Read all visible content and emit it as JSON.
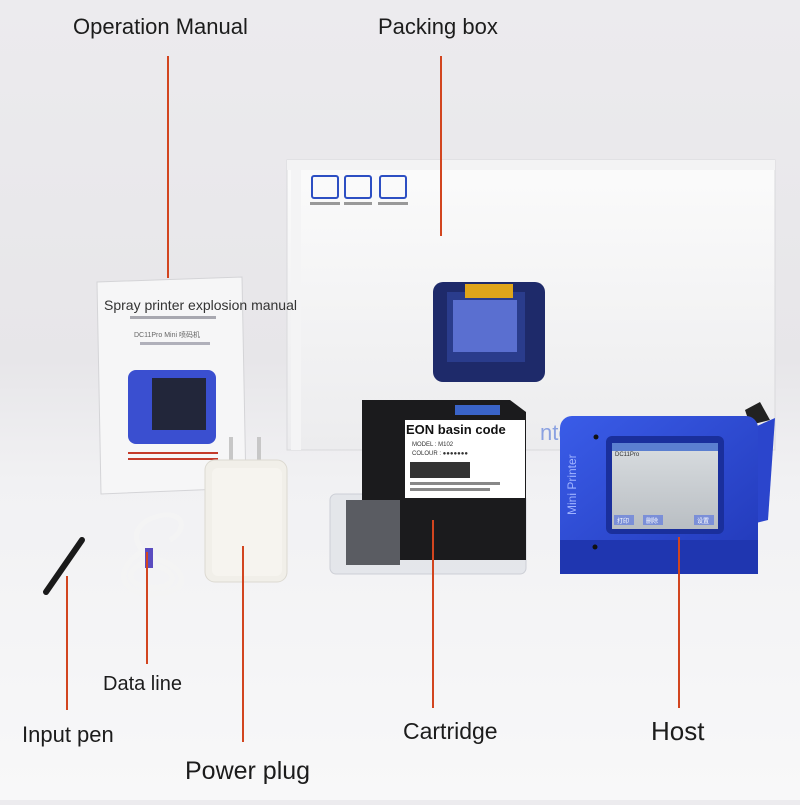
{
  "callouts": {
    "operation_manual": "Operation Manual",
    "packing_box": "Packing box",
    "data_line": "Data line",
    "input_pen": "Input pen",
    "cartridge": "Cartridge",
    "host": "Host",
    "power_plug": "Power plug"
  },
  "manual_cover": {
    "title_overlay": "Spray printer explosion manual",
    "subtitle": "DC11Pro Mini 喷码机"
  },
  "cartridge_label": {
    "heading": "EON basin code",
    "model": "MODEL : M102",
    "colour": "COLOUR : ●●●●●●●"
  },
  "host_device": {
    "brand": "Mini Printer",
    "screen_line1": "DC11Pro",
    "btn_left": "打印",
    "btn_mid": "删除",
    "btn_right": "设置"
  },
  "colors": {
    "callout_line": "#d2451f",
    "host_blue": "#2f4fd6",
    "background": "#ebeaed"
  }
}
